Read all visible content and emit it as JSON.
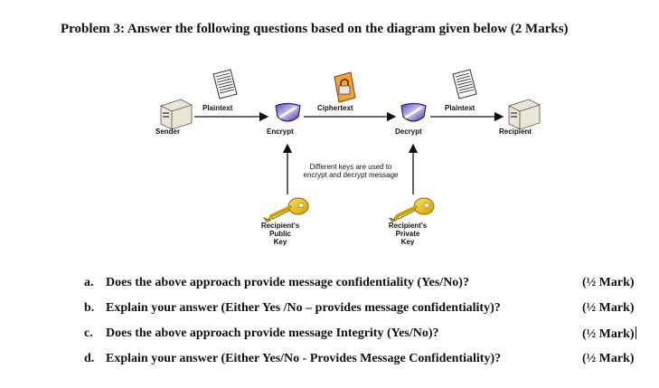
{
  "title": "Problem 3:  Answer the following questions based on the diagram given below (2 Marks)",
  "diagram": {
    "sender": "Sender",
    "recipient": "Recipient",
    "plaintext_left": "Plaintext",
    "ciphertext": "Ciphertext",
    "plaintext_right": "Plaintext",
    "encrypt": "Encrypt",
    "decrypt": "Decrypt",
    "note_line1": "Different keys are used to",
    "note_line2": "encrypt and decrypt message",
    "public_key_line1": "Recipient's",
    "public_key_line2": "Public",
    "public_key_line3": "Key",
    "private_key_line1": "Recipient's",
    "private_key_line2": "Private",
    "private_key_line3": "Key"
  },
  "questions": [
    {
      "letter": "a.",
      "text": "Does the above approach provide message confidentiality (Yes/No)?",
      "marks": "(½ Mark)"
    },
    {
      "letter": "b.",
      "text": "Explain your answer (Either Yes /No – provides message confidentiality)?",
      "marks": "(½ Mark)"
    },
    {
      "letter": "c.",
      "text": "Does the above approach provide message Integrity (Yes/No)?",
      "marks": "(½ Mark)"
    },
    {
      "letter": "d.",
      "text": "Explain your answer (Either Yes/No - Provides Message Confidentiality)?",
      "marks": "(½ Mark)"
    }
  ]
}
